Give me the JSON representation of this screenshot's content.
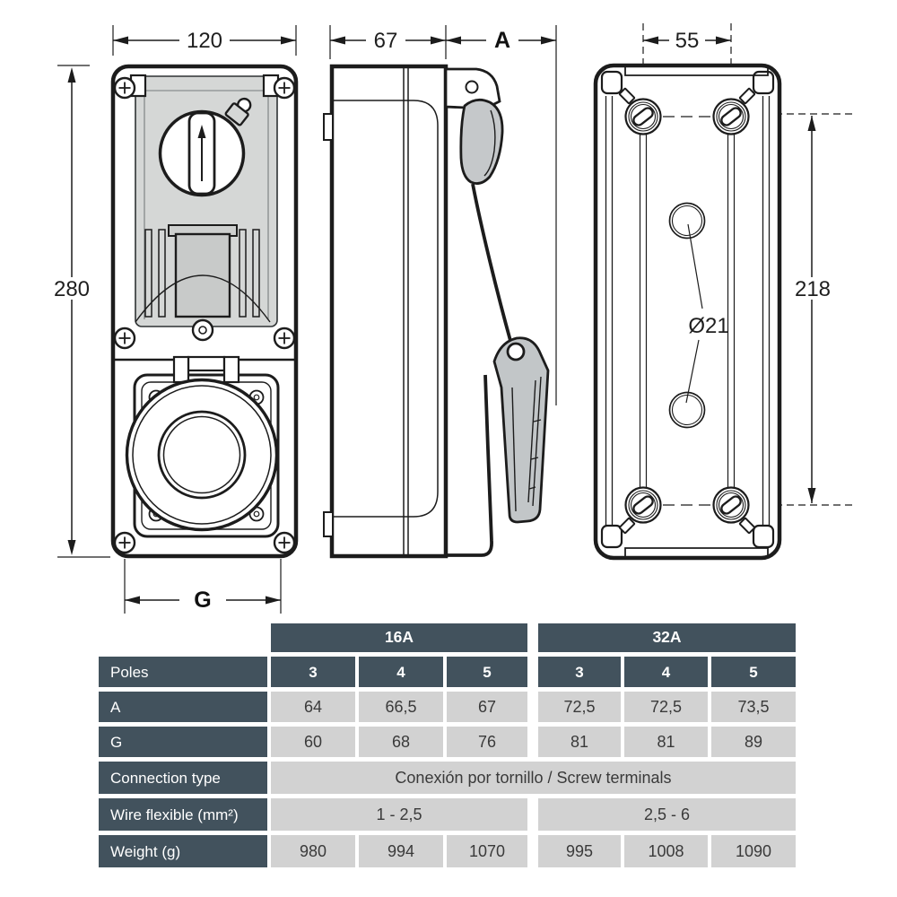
{
  "drawing": {
    "front_view": {
      "width": "120",
      "height": "280",
      "bottom_width": "G"
    },
    "side_view": {
      "depth": "67",
      "total_depth": "A"
    },
    "back_view": {
      "hole_spacing": "55",
      "hole_pitch": "218",
      "knockout_diameter": "Ø21"
    }
  },
  "table": {
    "colors": {
      "header_bg": "#42525d",
      "cell_bg": "#d2d2d2",
      "header_text": "#ffffff",
      "cell_text": "#3a3a3a"
    },
    "column_groups": [
      "16A",
      "32A"
    ],
    "pole_header": {
      "label": "Poles",
      "values": [
        "3",
        "4",
        "5",
        "3",
        "4",
        "5"
      ]
    },
    "row_a": {
      "label": "A",
      "values": [
        "64",
        "66,5",
        "67",
        "72,5",
        "72,5",
        "73,5"
      ]
    },
    "row_g": {
      "label": "G",
      "values": [
        "60",
        "68",
        "76",
        "81",
        "81",
        "89"
      ]
    },
    "row_connection": {
      "label": "Connection type",
      "value": "Conexión por tornillo / Screw terminals"
    },
    "row_wire": {
      "label": "Wire flexible (mm²)",
      "values": [
        "1 - 2,5",
        "2,5 - 6"
      ]
    },
    "row_weight": {
      "label": "Weight (g)",
      "values": [
        "980",
        "994",
        "1070",
        "995",
        "1008",
        "1090"
      ]
    }
  }
}
